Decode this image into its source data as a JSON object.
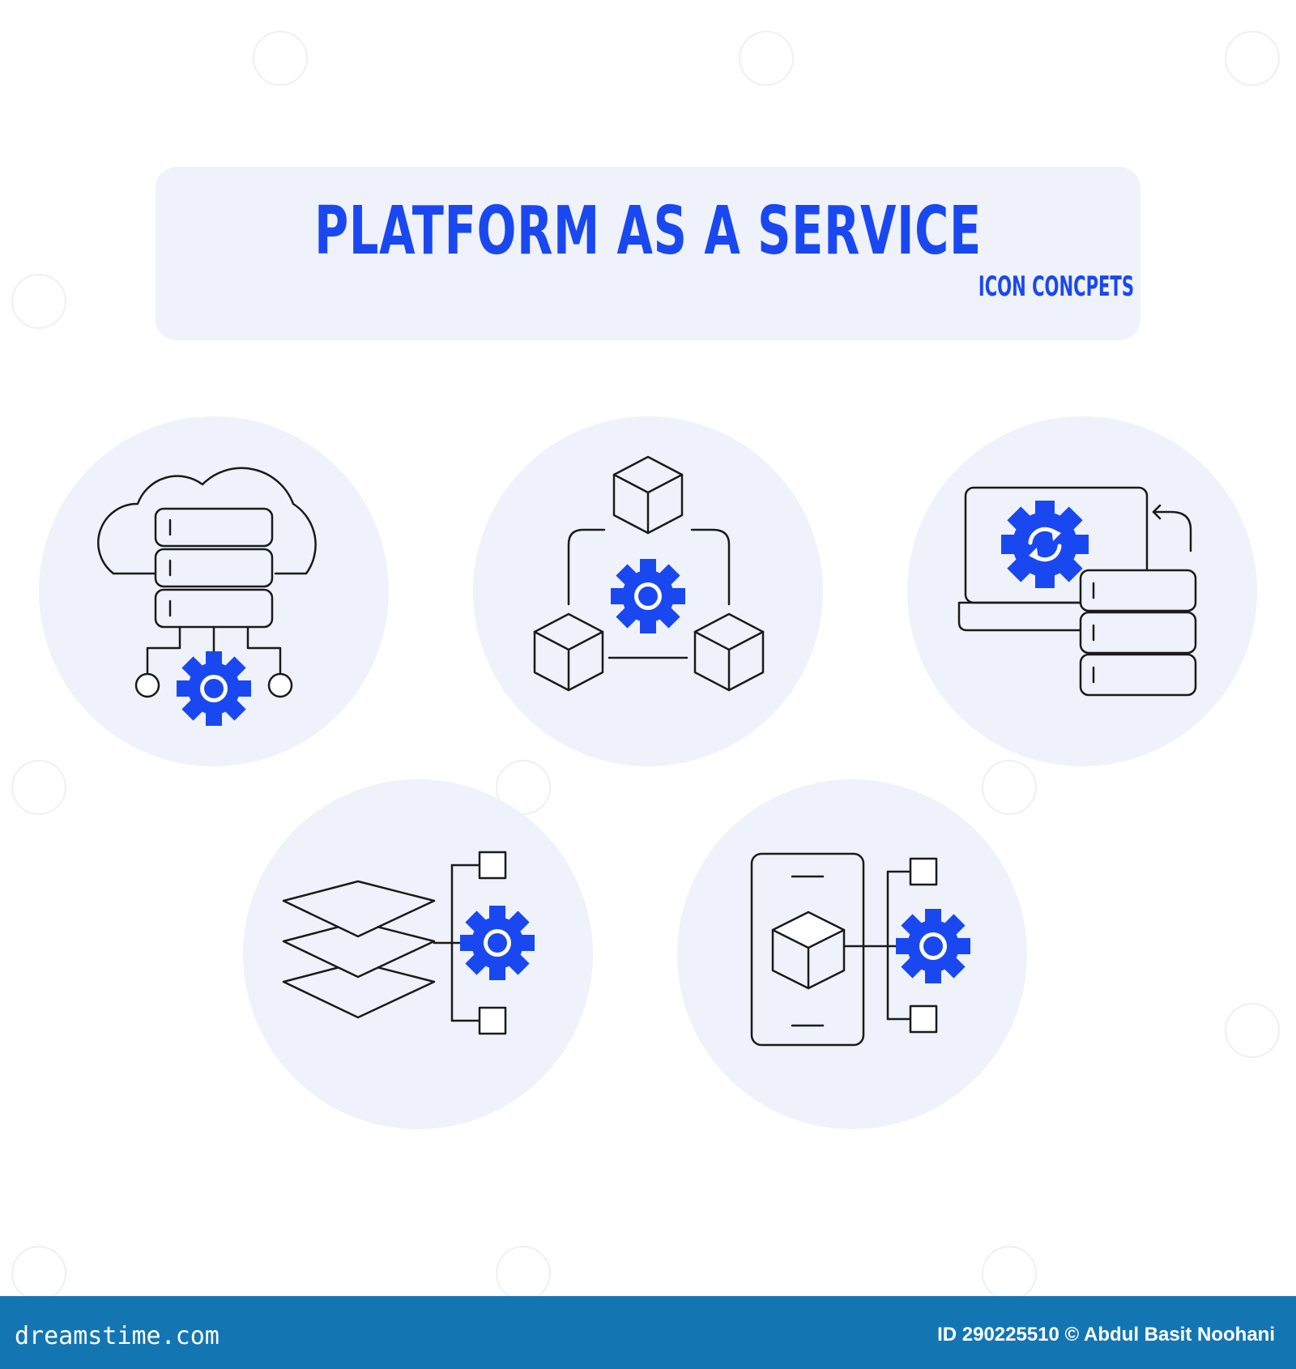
{
  "header": {
    "title": "PLATFORM AS A SERVICE",
    "subtitle": "ICON CONCPETS"
  },
  "icons": [
    {
      "name": "cloud-server-gear-icon"
    },
    {
      "name": "connected-cubes-gear-icon"
    },
    {
      "name": "laptop-database-sync-icon"
    },
    {
      "name": "layers-flow-gear-icon"
    },
    {
      "name": "mobile-cube-gear-icon"
    }
  ],
  "footer": {
    "brand": "dreamstime.com",
    "credit": "ID 290225510 © Abdul Basit Noohani"
  },
  "colors": {
    "accent": "#1a48f0",
    "panel": "#eff2fb",
    "line": "#1a1a1a",
    "footer": "#1376b3"
  }
}
